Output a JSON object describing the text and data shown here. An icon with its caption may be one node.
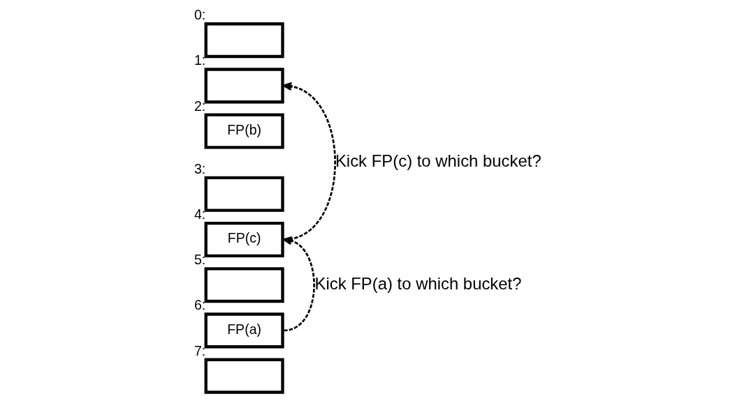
{
  "diagram": {
    "nodes": [
      {
        "text": [],
        "shape": "box",
        "beside": [
          "0:"
        ]
      },
      {
        "text": [],
        "shape": "box",
        "beside": [
          "1:"
        ]
      },
      {
        "text": [
          "FP(b)"
        ],
        "beside": [
          "2:"
        ]
      },
      {
        "text": [],
        "shape": "box",
        "beside": [
          "3:"
        ]
      },
      {
        "text": [
          "FP(c)"
        ],
        "beside": [
          "4:"
        ]
      },
      {
        "text": [],
        "shape": "box",
        "beside": [
          "5:"
        ]
      },
      {
        "text": [
          "FP(a)"
        ],
        "beside": [
          "6:"
        ]
      },
      {
        "text": [],
        "shape": "box",
        "beside": [
          "7:"
        ]
      }
    ],
    "edges": [
      {
        "from": 4,
        "to": 1,
        "arrow": "to",
        "style": "dashed",
        "label": "Kick FP(c) to which bucket?"
      },
      {
        "from": 6,
        "to": 4,
        "arrow": "to",
        "style": "dashed",
        "label": "Kick FP(a) to which bucket?"
      }
    ]
  }
}
